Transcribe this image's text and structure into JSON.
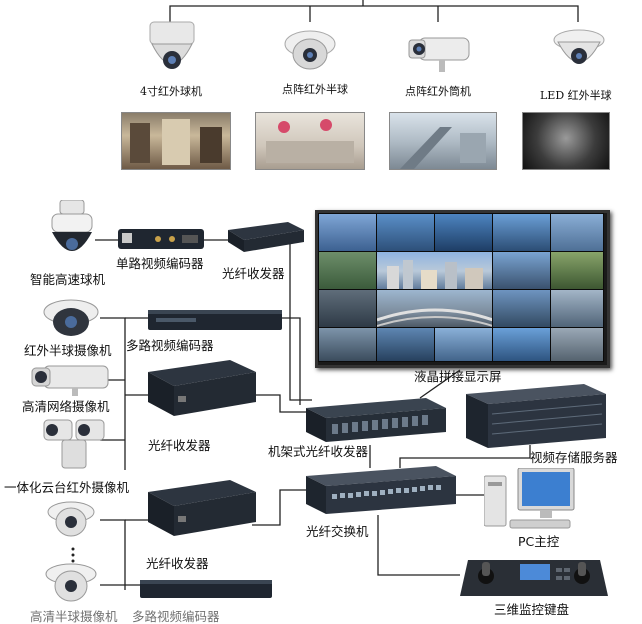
{
  "top_cameras": [
    {
      "label": "4寸红外球机",
      "icon": "dome-camera-icon"
    },
    {
      "label": "点阵红外半球",
      "icon": "half-dome-camera-icon"
    },
    {
      "label": "点阵红外筒机",
      "icon": "bullet-camera-icon"
    },
    {
      "label": "LED 红外半球",
      "icon": "led-dome-camera-icon"
    }
  ],
  "devices": {
    "ptz_dome": "智能高速球机",
    "single_encoder": "单路视频编码器",
    "fiber_transceiver_top": "光纤收发器",
    "ir_half_dome": "红外半球摄像机",
    "multi_encoder": "多路视频编码器",
    "hd_network_camera": "高清网络摄像机",
    "fiber_transceiver_mid": "光纤收发器",
    "ptz_ir_camera": "一体化云台红外摄像机",
    "rack_transceiver": "机架式光纤收发器",
    "video_wall": "液晶拼接显示屏",
    "storage_server": "视频存储服务器",
    "fiber_transceiver_bottom": "光纤收发器",
    "fiber_switch": "光纤交换机",
    "pc_host": "PC主控",
    "keyboard": "三维监控键盘",
    "bottom_camera_cut": "高清半球摄像机",
    "bottom_encoder_cut": "多路视频编码器"
  },
  "colors": {
    "wire": "#222222",
    "device_dark": "#1f2630",
    "wall_tile_sky": "#5a8fc8"
  }
}
